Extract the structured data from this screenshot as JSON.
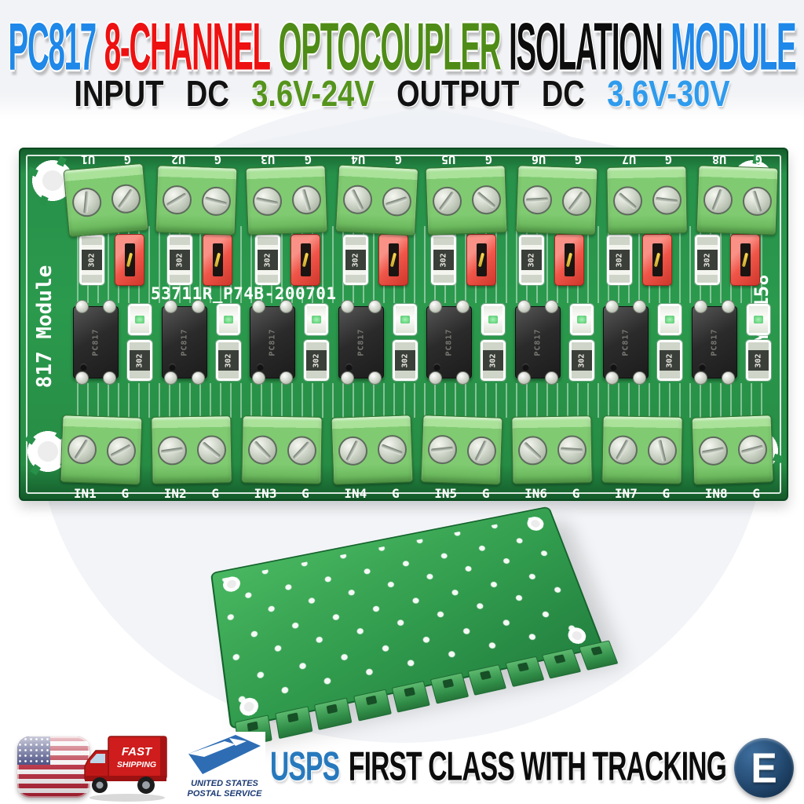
{
  "header": {
    "title_words": [
      {
        "text": "PC817",
        "color": "#1f88e8"
      },
      {
        "text": "8-CHANNEL",
        "color": "#ee1111"
      },
      {
        "text": "OPTOCOUPLER",
        "color": "#4f8c17"
      },
      {
        "text": "ISOLATION",
        "color": "#0d0d0d"
      },
      {
        "text": "MODULE",
        "color": "#1f88e8"
      }
    ],
    "subtitle_segments": [
      {
        "text": "INPUT",
        "color": "#111111"
      },
      {
        "text": "DC",
        "color": "#111111"
      },
      {
        "text": "3.6V-24V",
        "color": "#55941c"
      },
      {
        "text": "OUTPUT",
        "color": "#111111"
      },
      {
        "text": "DC",
        "color": "#111111"
      },
      {
        "text": "3.6V-30V",
        "color": "#2f9bed"
      }
    ]
  },
  "board_front": {
    "left_label": "817 Module",
    "right_label": "HY-M158",
    "board_id": "53711R_P74B-200701",
    "ground_label": "G",
    "top_labels": [
      "U1",
      "U2",
      "U3",
      "U4",
      "U5",
      "U6",
      "U7",
      "U8"
    ],
    "bottom_labels": [
      "IN1",
      "IN2",
      "IN3",
      "IN4",
      "IN5",
      "IN6",
      "IN7",
      "IN8"
    ],
    "resistor_marking": "302",
    "ic_marking": "PC817",
    "channel_count": 8
  },
  "footer": {
    "truck_line1": "FAST",
    "truck_line2": "SHIPPING",
    "usps_logo_line1": "UNITED STATES",
    "usps_logo_line2": "POSTAL SERVICE",
    "shipping_highlight": "USPS",
    "shipping_rest": "FIRST CLASS WITH TRACKING",
    "store_letter": "E"
  },
  "colors": {
    "pcb_green": "#27914a",
    "terminal_green": "#80cb71",
    "jumper_red": "#ef5548",
    "usps_blue": "#2779bd",
    "store_navy": "#16344f",
    "flag_red": "#b22234",
    "flag_blue": "#2e3470"
  }
}
